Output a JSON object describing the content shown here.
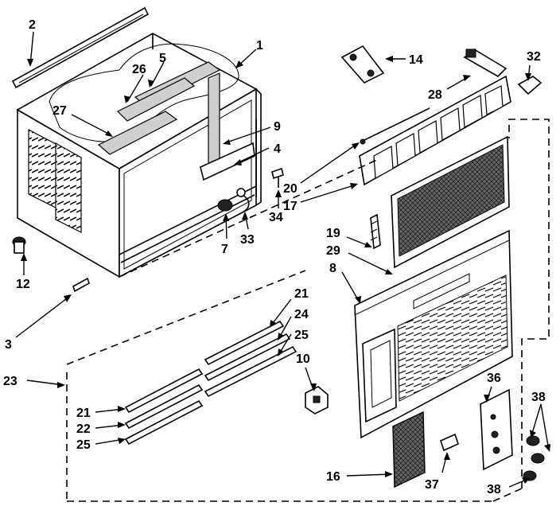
{
  "labels": {
    "l1": "1",
    "l2": "2",
    "l3": "3",
    "l4": "4",
    "l5": "5",
    "l7": "7",
    "l8": "8",
    "l9": "9",
    "l10": "10",
    "l12": "12",
    "l14": "14",
    "l16": "16",
    "l17": "17",
    "l19": "19",
    "l20": "20",
    "l21a": "21",
    "l21b": "21",
    "l22": "22",
    "l23": "23",
    "l24": "24",
    "l25a": "25",
    "l25b": "25",
    "l26": "26",
    "l27": "27",
    "l28": "28",
    "l29": "29",
    "l32": "32",
    "l33": "33",
    "l34": "34",
    "l36": "36",
    "l37": "37",
    "l38a": "38",
    "l38b": "38"
  }
}
